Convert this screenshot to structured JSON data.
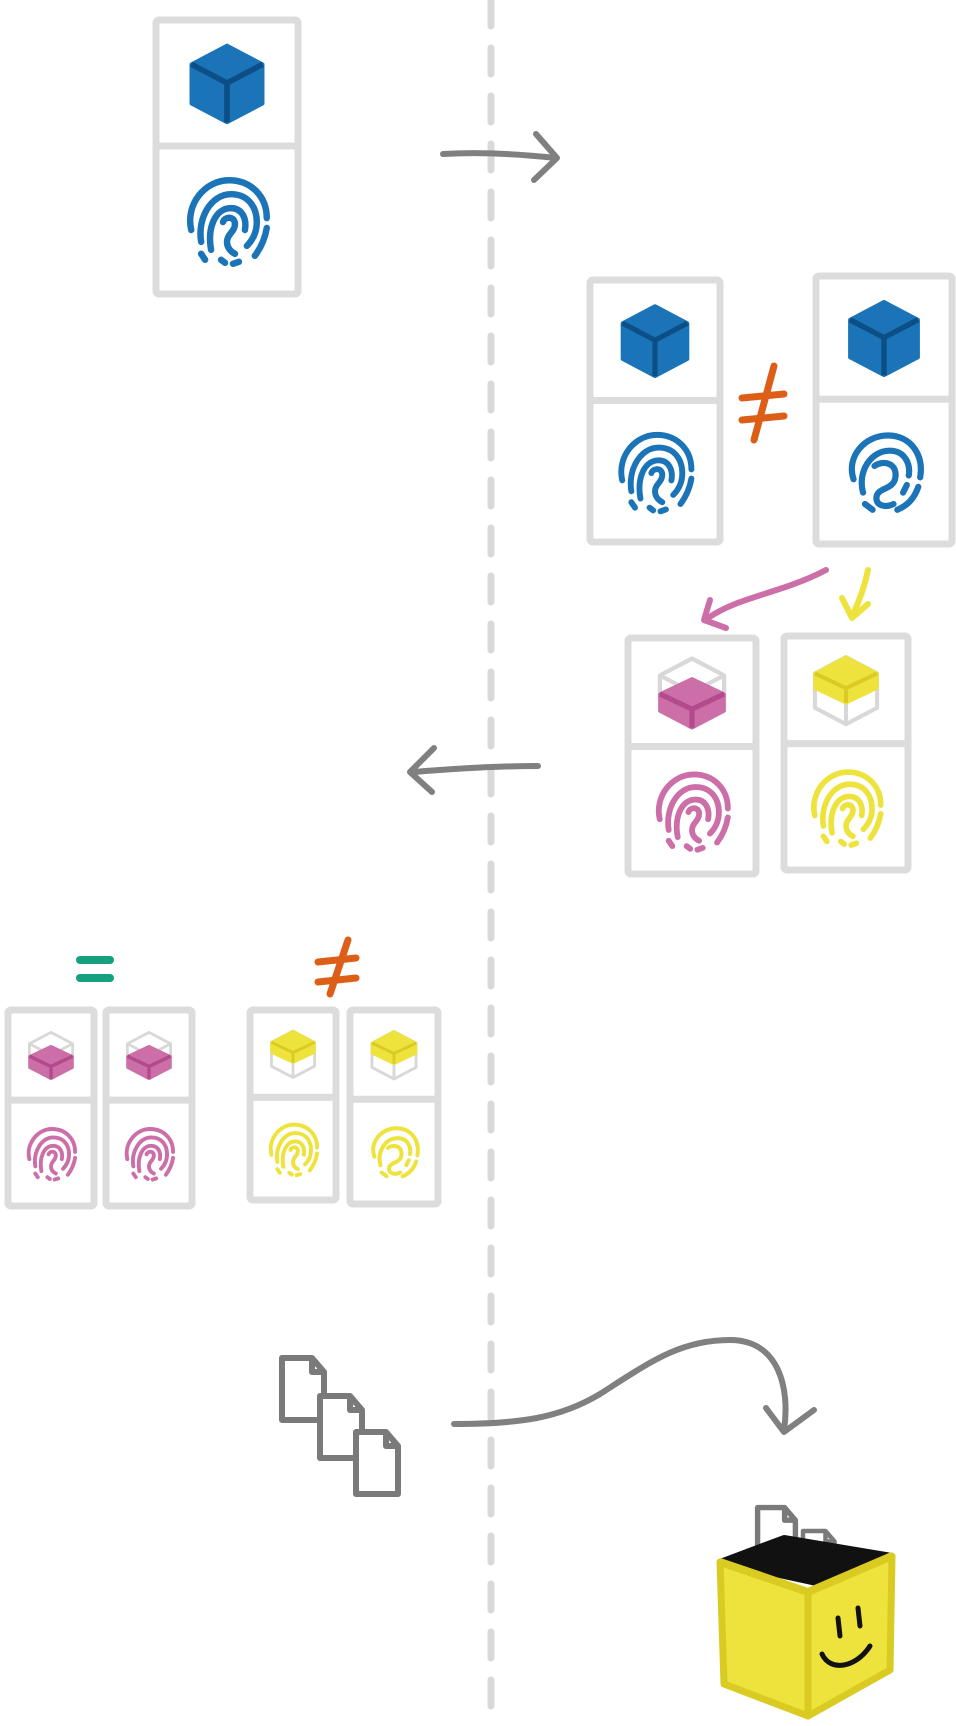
{
  "colors": {
    "background": "#ffffff",
    "divider": "#d9d9d9",
    "card_border": "#dcdcdc",
    "arrow": "#808080",
    "blue": "#1b74b8",
    "blue_dark": "#0b4f86",
    "pink": "#cc6ea8",
    "pink_dark": "#b24a8c",
    "yellow": "#ede33c",
    "yellow_dark": "#d9cb22",
    "orange": "#dd5e17",
    "green": "#16a07d",
    "outline": "#111111",
    "doc_stroke": "#7a7a7a"
  },
  "icons": [
    "cube-icon",
    "fingerprint-icon",
    "not-equal-sign",
    "equal-sign",
    "arrow-right",
    "arrow-left",
    "document-icon",
    "smiley-box-icon"
  ],
  "relations": {
    "step2": "not-equal",
    "group_left": "equal",
    "group_right": "not-equal"
  },
  "cards": [
    {
      "step": 1,
      "cube": "blue-full",
      "fingerprint": "blue"
    },
    {
      "step": 2,
      "cube": "blue-full",
      "fingerprint": "blue"
    },
    {
      "step": 2,
      "cube": "blue-full",
      "fingerprint": "blue-alt"
    },
    {
      "step": 3,
      "cube": "pink-bottom",
      "fingerprint": "pink"
    },
    {
      "step": 3,
      "cube": "yellow-top",
      "fingerprint": "yellow"
    },
    {
      "step": 4,
      "cube": "pink-bottom",
      "fingerprint": "pink"
    },
    {
      "step": 4,
      "cube": "pink-bottom",
      "fingerprint": "pink"
    },
    {
      "step": 4,
      "cube": "yellow-top",
      "fingerprint": "yellow"
    },
    {
      "step": 4,
      "cube": "yellow-top",
      "fingerprint": "yellow-alt"
    }
  ]
}
